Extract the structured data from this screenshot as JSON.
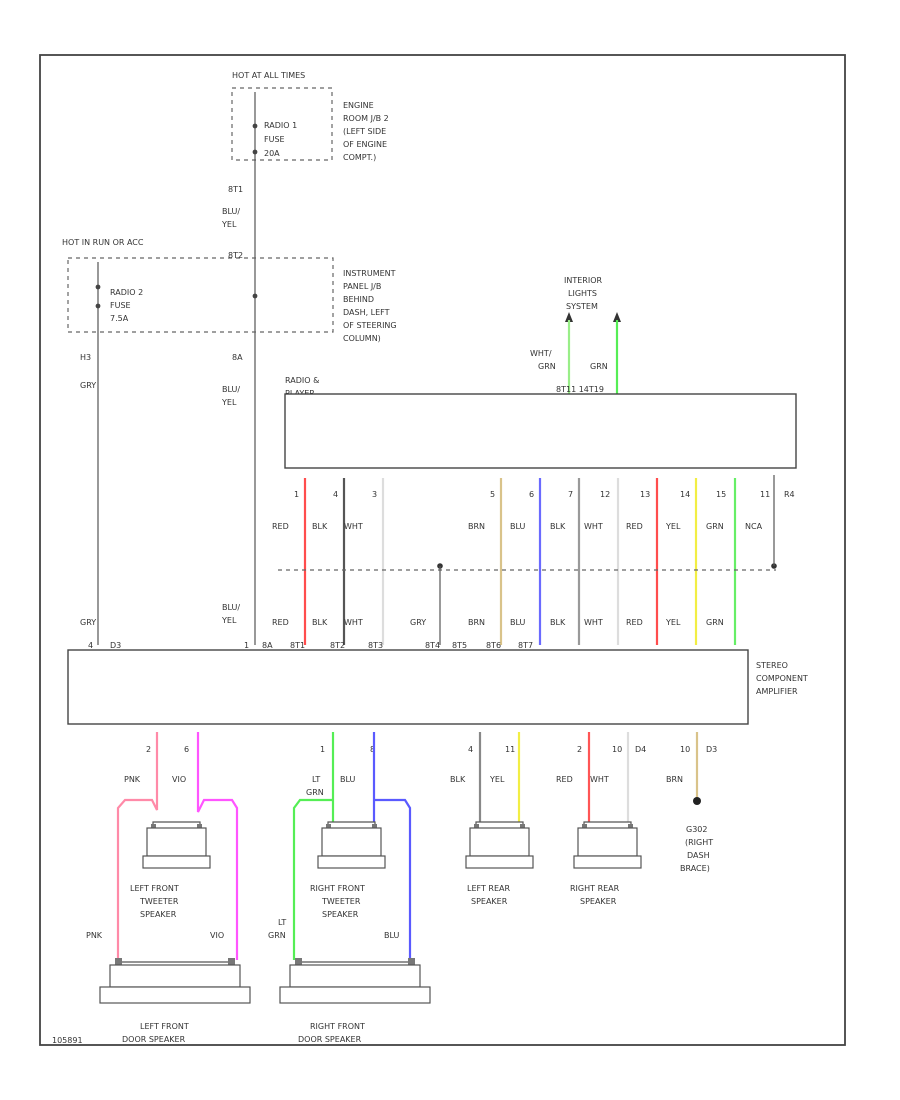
{
  "diagram": {
    "code": "105891",
    "blocks": {
      "hot_at_all_times": "HOT AT ALL TIMES",
      "engine_room_jb": [
        "ENGINE",
        "ROOM J/B 2",
        "(LEFT SIDE",
        "OF ENGINE",
        "COMPT.)"
      ],
      "radio1_fuse": [
        "RADIO 1",
        "FUSE",
        "20A"
      ],
      "hot_in_run": "HOT IN RUN OR ACC",
      "radio2_fuse": [
        "RADIO 2",
        "FUSE",
        "7.5A"
      ],
      "instrument_panel_jb": [
        "INSTRUMENT",
        "PANEL J/B",
        "BEHIND",
        "DASH, LEFT",
        "OF STEERING",
        "COLUMN)"
      ],
      "interior_lights": [
        "INTERIOR",
        "LIGHTS",
        "SYSTEM"
      ],
      "radio_player": [
        "RADIO &",
        "PLAYER"
      ],
      "amplifier": [
        "STEREO",
        "COMPONENT",
        "AMPLIFIER"
      ],
      "ground": [
        "G302",
        "(RIGHT",
        "DASH",
        "BRACE)"
      ]
    },
    "wire_labels": {
      "feed_pins": {
        "p1": "8T1",
        "p2": "8T2",
        "p3": "8A",
        "p4": "H3"
      },
      "blu_yel": [
        "BLU/",
        "YEL"
      ],
      "gry": "GRY",
      "wht_grn": [
        "WHT/",
        "GRN"
      ],
      "grn": "GRN",
      "radio_top_pins": "8T11  14T19"
    },
    "radio_pins": [
      "1",
      "4",
      "3",
      "5",
      "6",
      "7",
      "12",
      "13",
      "14",
      "15",
      "11",
      "R4"
    ],
    "radio_colors": [
      "RED",
      "BLK",
      "WHT",
      "BRN",
      "BLU",
      "BLK",
      "WHT",
      "RED",
      "YEL",
      "GRN",
      "NCA"
    ],
    "amp_pins": [
      "4",
      "D3",
      "1",
      "8A",
      "8T1",
      "8T2",
      "8T3",
      "8T4",
      "8T5",
      "8T6",
      "8T7"
    ],
    "amp_wires_top": [
      "GRY",
      "BLU/YEL",
      "RED",
      "BLK",
      "WHT",
      "GRY",
      "BRN",
      "BLU",
      "BLK",
      "WHT",
      "RED",
      "YEL",
      "GRN"
    ],
    "amp_bottom_pins": [
      "2",
      "6",
      "1",
      "8",
      "4",
      "11",
      "2",
      "10",
      "D4",
      "10",
      "D3"
    ],
    "amp_bottom_colors": [
      "PNK",
      "VIO",
      "LT GRN",
      "BLU",
      "BLK",
      "YEL",
      "RED",
      "WHT",
      "BRN"
    ],
    "speakers": {
      "lf_tweeter": [
        "LEFT FRONT",
        "TWEETER",
        "SPEAKER"
      ],
      "rf_tweeter": [
        "RIGHT FRONT",
        "TWEETER",
        "SPEAKER"
      ],
      "l_rear": [
        "LEFT REAR",
        "SPEAKER"
      ],
      "r_rear": [
        "RIGHT REAR",
        "SPEAKER"
      ],
      "lf_door": [
        "LEFT FRONT",
        "DOOR SPEAKER"
      ],
      "rf_door": [
        "RIGHT FRONT",
        "DOOR SPEAKER"
      ]
    },
    "door_labels": {
      "pnk": "PNK",
      "vio": "VIO",
      "lt_grn": [
        "LT",
        "GRN"
      ],
      "blu": "BLU"
    },
    "colors": {
      "red": "#ff4d4d",
      "pink": "#ff8aa8",
      "violet": "#ff55ff",
      "green": "#66ee66",
      "blue": "#6a6aff",
      "yellow": "#f2ee44",
      "tan": "#d9c38a",
      "gray": "#999999",
      "dark": "#555555",
      "white": "#dddddd"
    }
  }
}
